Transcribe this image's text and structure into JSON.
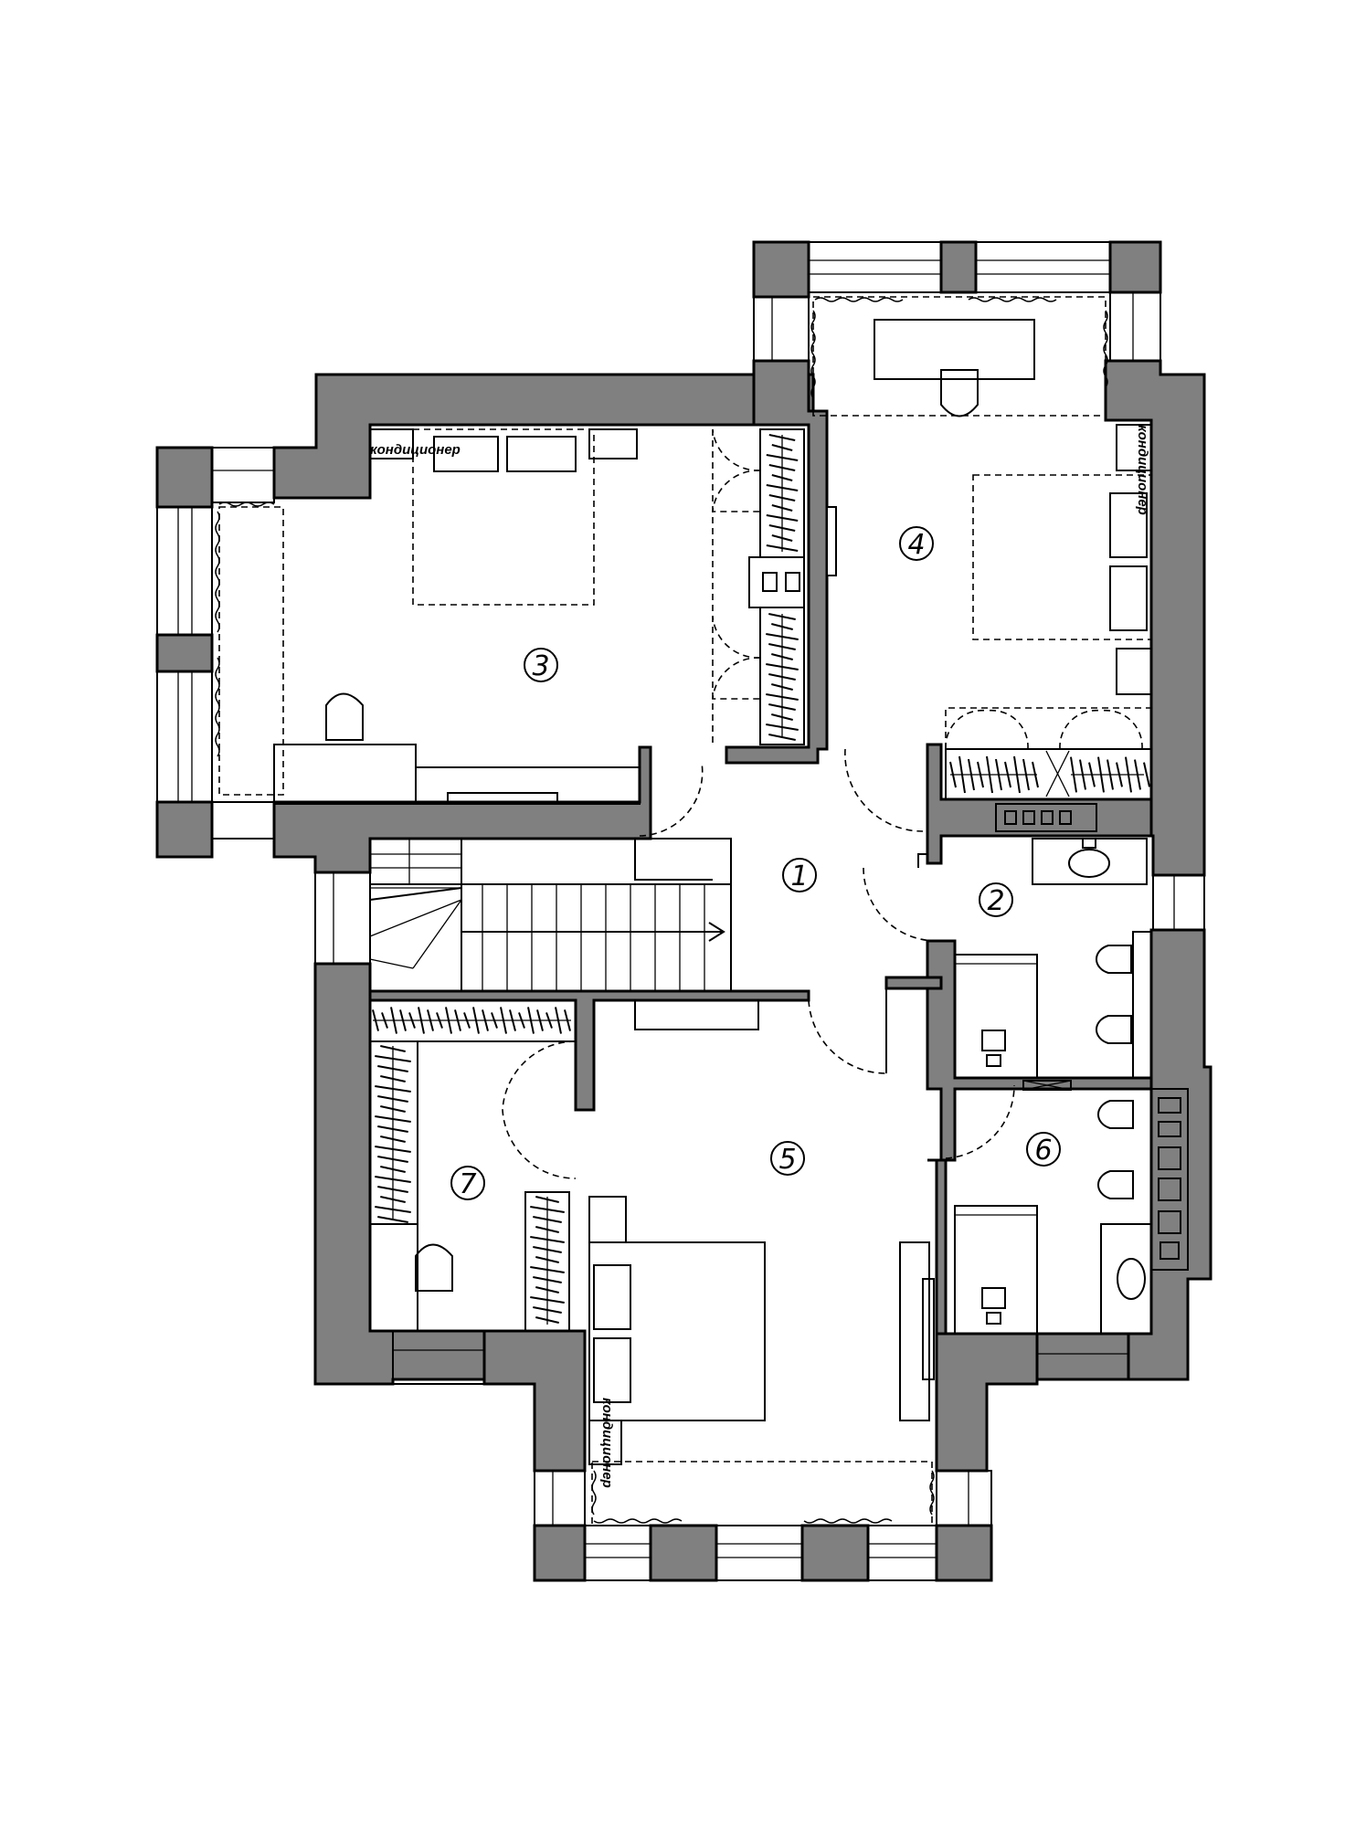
{
  "rooms": [
    {
      "id": "1",
      "label": "1"
    },
    {
      "id": "2",
      "label": "2"
    },
    {
      "id": "3",
      "label": "3"
    },
    {
      "id": "4",
      "label": "4"
    },
    {
      "id": "5",
      "label": "5"
    },
    {
      "id": "6",
      "label": "6"
    },
    {
      "id": "7",
      "label": "7"
    }
  ],
  "annotations": {
    "ac_room3": "кондиционер",
    "ac_room4": "кондиционер",
    "ac_room5": "кондиционер"
  },
  "colors": {
    "wall": "#808080",
    "line": "#000000",
    "background": "#ffffff"
  }
}
